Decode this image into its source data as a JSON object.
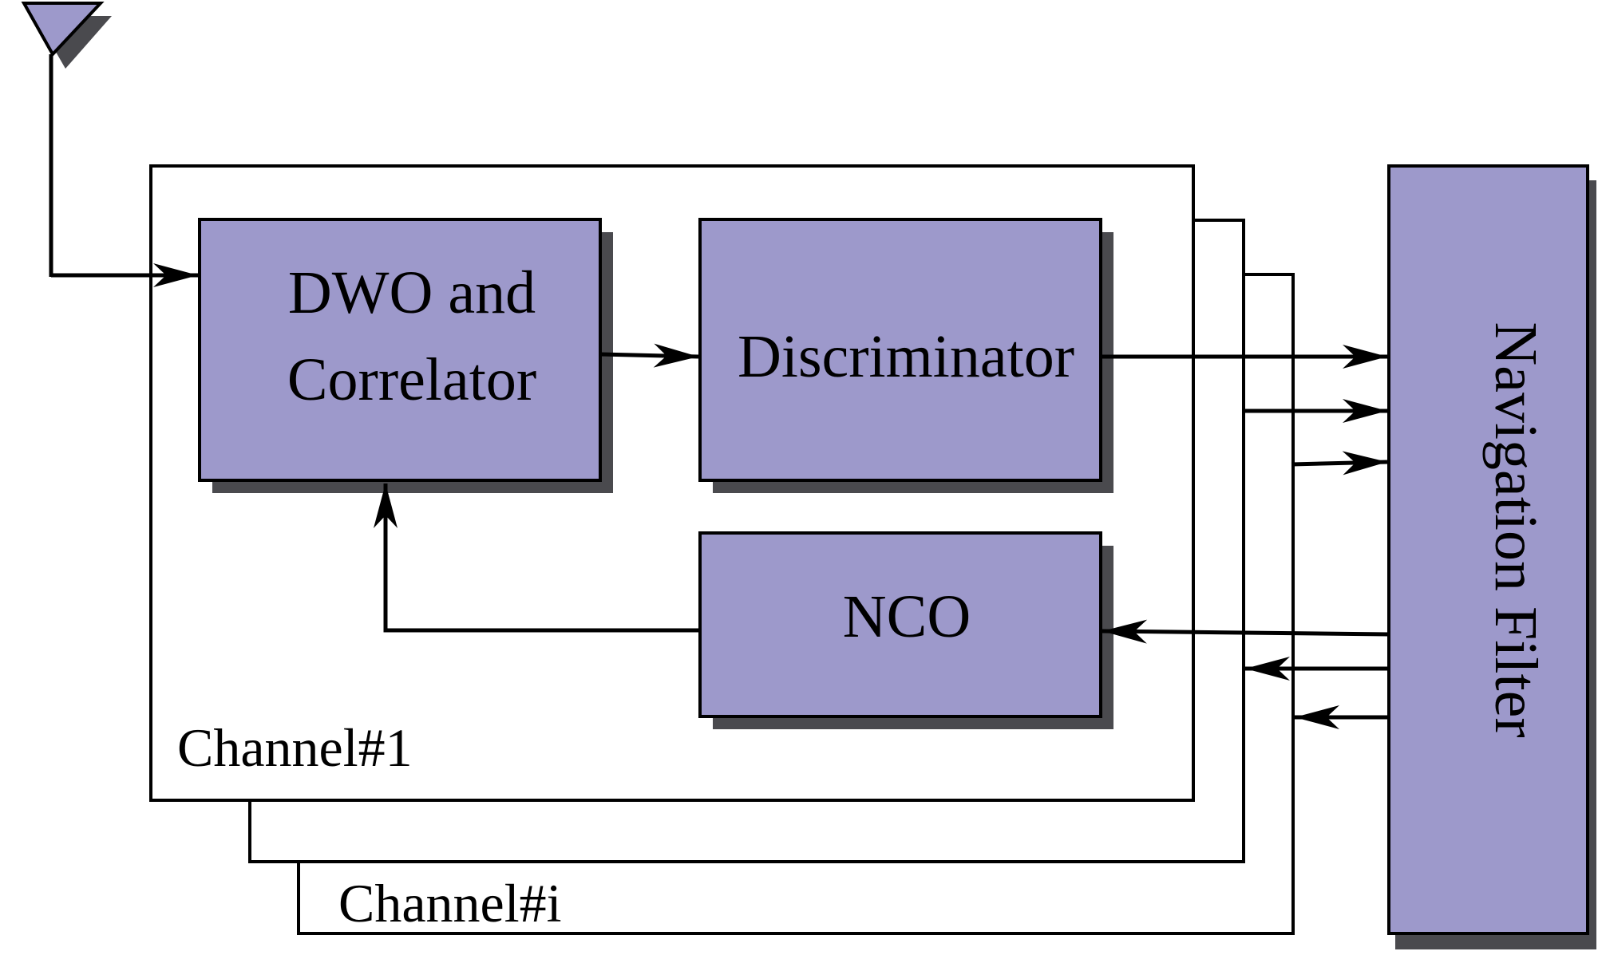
{
  "blocks": {
    "dwo_correlator": {
      "line1": "DWO and",
      "line2": "Correlator"
    },
    "discriminator": {
      "label": "Discriminator"
    },
    "nco": {
      "label": "NCO"
    },
    "navigation_filter": {
      "label": "Navigation Filter"
    }
  },
  "channels": {
    "first": "Channel#1",
    "last": "Channel#i"
  },
  "colors": {
    "block_fill": "#9d99cb",
    "shadow": "#4a4a4e",
    "line": "#000000",
    "background": "#ffffff"
  },
  "icons": {
    "antenna": "antenna-icon"
  }
}
